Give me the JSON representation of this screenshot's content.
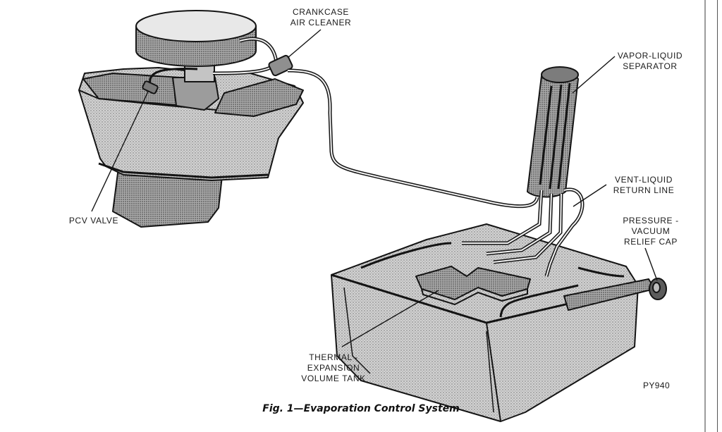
{
  "labels": {
    "crankcase": [
      "CRANKCASE",
      "AIR CLEANER"
    ],
    "vapor": [
      "VAPOR-LIQUID",
      "SEPARATOR"
    ],
    "vent": [
      "VENT-LIQUID",
      "RETURN LINE"
    ],
    "pcv": [
      "PCV VALVE"
    ],
    "cap": [
      "PRESSURE -",
      "VACUUM",
      "RELIEF CAP"
    ],
    "thermal": [
      "THERMAL -",
      "EXPANSION",
      "VOLUME TANK"
    ]
  },
  "figure_code": "PY940",
  "caption": "Fig. 1—Evaporation Control System"
}
